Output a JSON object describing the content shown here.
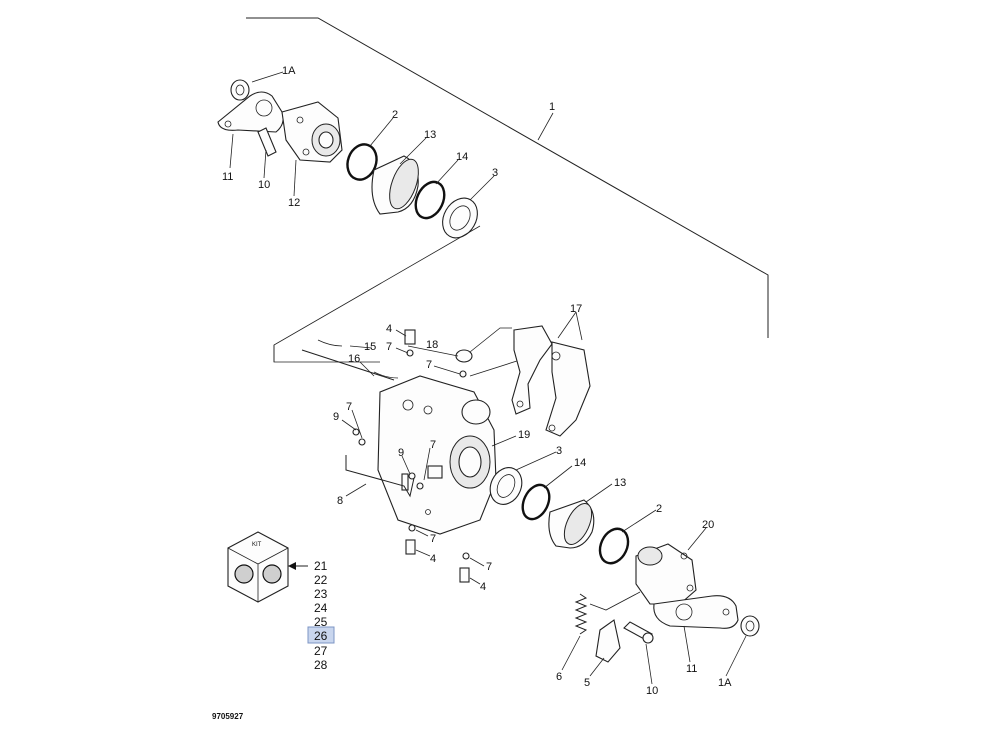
{
  "figure_code": "9705927",
  "kit_icon_text": "KIT",
  "kit_items": [
    "21",
    "22",
    "23",
    "24",
    "25",
    "26",
    "27",
    "28"
  ],
  "selected_kit_item": "26",
  "highlight_color": "#c9d6ee",
  "callouts": {
    "c1": "1",
    "c1a_top": "1A",
    "c11_top": "11",
    "c10_top": "10",
    "c12": "12",
    "c2_top": "2",
    "c13_top": "13",
    "c14_top": "14",
    "c3_top": "3",
    "c17": "17",
    "c4_a": "4",
    "c7_a": "7",
    "c18": "18",
    "c7_b": "7",
    "c15": "15",
    "c16": "16",
    "c9_a": "9",
    "c7_c": "7",
    "c19": "19",
    "c3_mid": "3",
    "c14_mid": "14",
    "c13_mid": "13",
    "c2_mid": "2",
    "c20": "20",
    "c7_d": "7",
    "c9_b": "9",
    "c8": "8",
    "c7_e": "7",
    "c4_b": "4",
    "c7_f": "7",
    "c4_c": "4",
    "c6": "6",
    "c5": "5",
    "c10_bot": "10",
    "c11_bot": "11",
    "c1a_bot": "1A"
  }
}
